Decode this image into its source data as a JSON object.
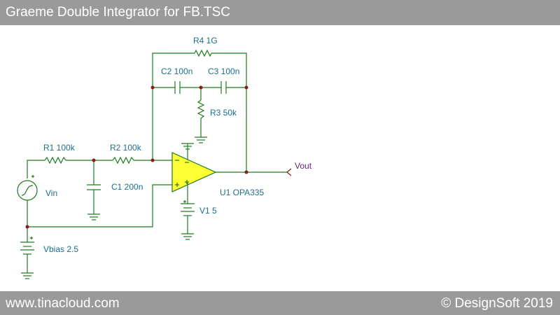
{
  "header": {
    "title": "Graeme Double Integrator for FB.TSC"
  },
  "footer": {
    "left": "www.tinacloud.com",
    "right": "© DesignSoft 2019"
  },
  "components": {
    "r4": "R4 1G",
    "c2": "C2 100n",
    "c3": "C3 100n",
    "r3": "R3 50k",
    "r1": "R1 100k",
    "r2": "R2 100k",
    "c1": "C1 200n",
    "vin": "Vin",
    "vout": "Vout",
    "u1": "U1 OPA335",
    "v1": "V1 5",
    "vbias": "Vbias 2.5"
  },
  "colors": {
    "wire": "#1f7a1f",
    "opamp_fill": "#ffff33",
    "label": "#1a6f8f",
    "output_label": "#6a1b7a",
    "node": "#8a1a1a",
    "bar": "#9a9a9a"
  }
}
